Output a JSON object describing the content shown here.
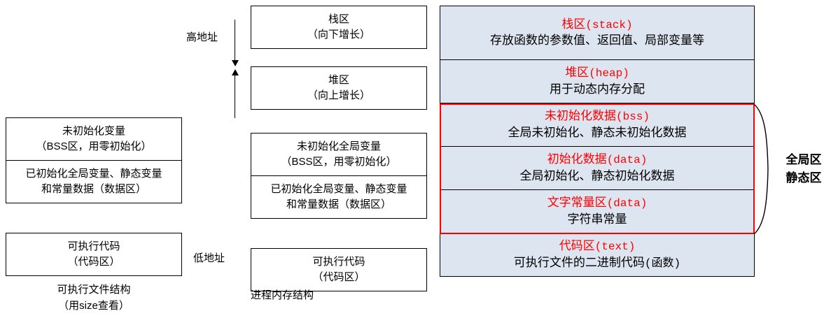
{
  "executable_column": {
    "caption_line1": "可执行文件结构",
    "caption_line2": "（用size查看）",
    "blocks": [
      {
        "line1": "未初始化变量",
        "line2": "（BSS区，用零初始化）"
      },
      {
        "line1": "已初始化全局变量、静态变量",
        "line2": "和常量数据（数据区）"
      },
      {
        "line1": "可执行代码",
        "line2": "（代码区）"
      }
    ]
  },
  "process_column": {
    "caption_line1": "进程内存结构",
    "high_addr_label": "高地址",
    "low_addr_label": "低地址",
    "blocks": [
      {
        "line1": "栈区",
        "line2": "（向下增长）"
      },
      {
        "line1": "堆区",
        "line2": "（向上增长）"
      },
      {
        "line1": "未初始化全局变量",
        "line2": "（BSS区，用零初始化）"
      },
      {
        "line1": "已初始化全局变量、静态变量",
        "line2": "和常量数据（数据区）"
      },
      {
        "line1": "可执行代码",
        "line2": "（代码区）"
      }
    ]
  },
  "memory_layout": {
    "segments": [
      {
        "title_cn": "栈区",
        "title_en": "(stack)",
        "desc": "存放函数的参数值、返回值、局部变量等"
      },
      {
        "title_cn": "堆区",
        "title_en": "(heap)",
        "desc": "用于动态内存分配"
      },
      {
        "title_cn": "未初始化数据",
        "title_en": "(bss)",
        "desc": "全局未初始化、静态未初始化数据"
      },
      {
        "title_cn": "初始化数据",
        "title_en": "(data)",
        "desc": "全局初始化、静态初始化数据"
      },
      {
        "title_cn": "文字常量区",
        "title_en": "(data)",
        "desc": "字符串常量"
      },
      {
        "title_cn": "代码区",
        "title_en": "(text)",
        "desc_cn": "可执行文件的二进制代码",
        "desc_en": "(函数)"
      }
    ],
    "group_label_line1": "全局区",
    "group_label_line2": "静态区"
  },
  "colors": {
    "segment_fill": "#dde5f0",
    "highlight_red": "#ff0000",
    "border": "#000000"
  }
}
